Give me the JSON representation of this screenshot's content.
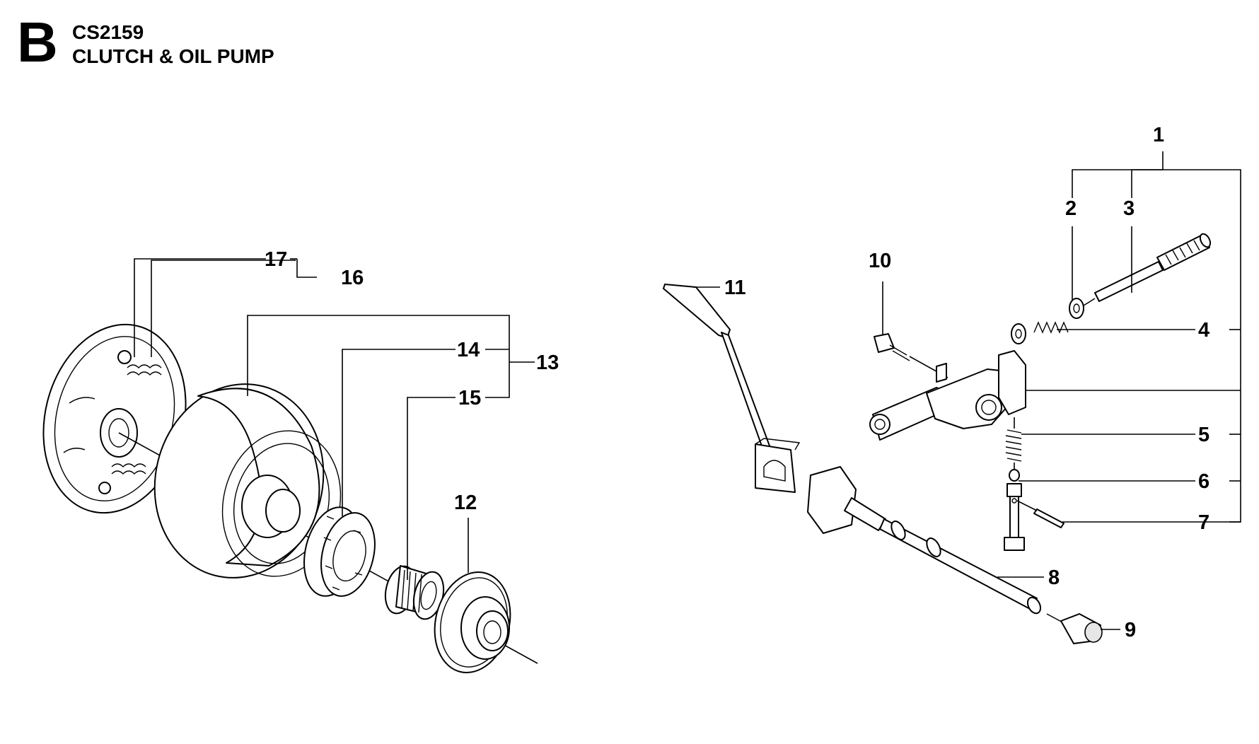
{
  "header": {
    "section_letter": "B",
    "model": "CS2159",
    "title": "CLUTCH & OIL PUMP"
  },
  "callouts": {
    "c1": "1",
    "c2": "2",
    "c3": "3",
    "c4": "4",
    "c5": "5",
    "c6": "6",
    "c7": "7",
    "c8": "8",
    "c9": "9",
    "c10": "10",
    "c11": "11",
    "c12": "12",
    "c13": "13",
    "c14": "14",
    "c15": "15",
    "c16": "16",
    "c17": "17"
  }
}
